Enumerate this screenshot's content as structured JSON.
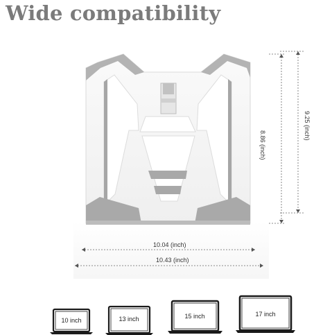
{
  "headline": "Wide compatibility",
  "dimensions": {
    "width_inner": "10.04 (inch)",
    "width_outer": "10.43 (inch)",
    "height_inner": "8.86 (inch)",
    "height_outer": "9.25 (inch)"
  },
  "laptops": [
    {
      "label": "10 inch"
    },
    {
      "label": "13 inch"
    },
    {
      "label": "15 inch"
    },
    {
      "label": "17 inch"
    }
  ],
  "colors": {
    "headline": "#7b7b7b",
    "stand_body": "#f4f4f4",
    "stand_shadow": "#a9a9a9",
    "laptop_outline": "#1a1a1a"
  }
}
